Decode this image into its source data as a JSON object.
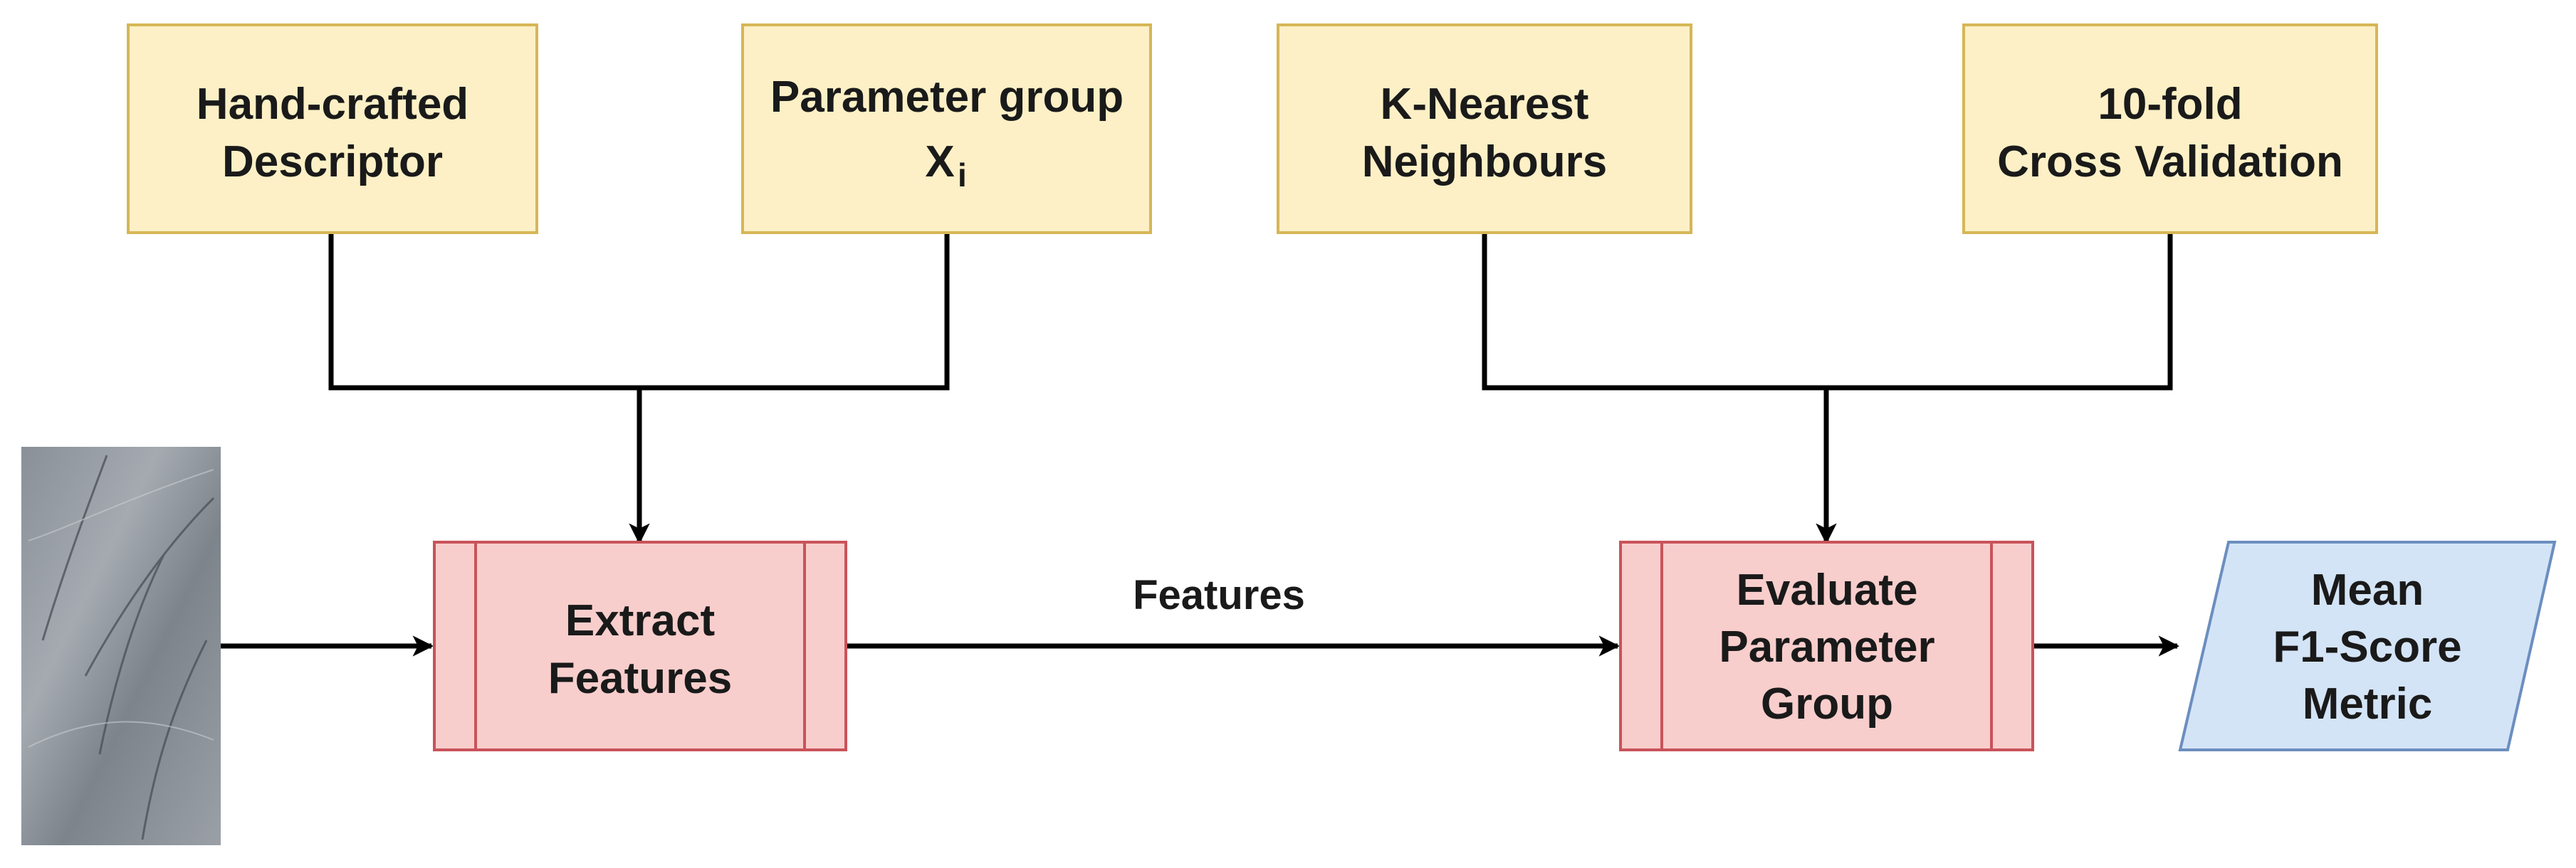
{
  "diagram": {
    "input_boxes": {
      "descriptor": {
        "line1": "Hand-crafted",
        "line2": "Descriptor"
      },
      "parameter_group": {
        "line1": "Parameter group",
        "symbol": "X",
        "subscript": "i"
      },
      "knn": {
        "line1": "K-Nearest",
        "line2": "Neighbours"
      },
      "cross_validation": {
        "line1": "10-fold",
        "line2": "Cross Validation"
      }
    },
    "process_boxes": {
      "extract": {
        "line1": "Extract",
        "line2": "Features"
      },
      "evaluate": {
        "line1": "Evaluate",
        "line2": "Parameter",
        "line3": "Group"
      }
    },
    "output": {
      "line1": "Mean",
      "line2": "F1-Score",
      "line3": "Metric"
    },
    "edge_labels": {
      "features": "Features"
    },
    "colors": {
      "input_fill": "#fdf0c6",
      "input_stroke": "#d6b656",
      "process_fill": "#f8cecc",
      "process_stroke": "#c9535a",
      "output_fill": "#d4e4f7",
      "output_stroke": "#6c8ebf",
      "line": "#000000"
    }
  }
}
